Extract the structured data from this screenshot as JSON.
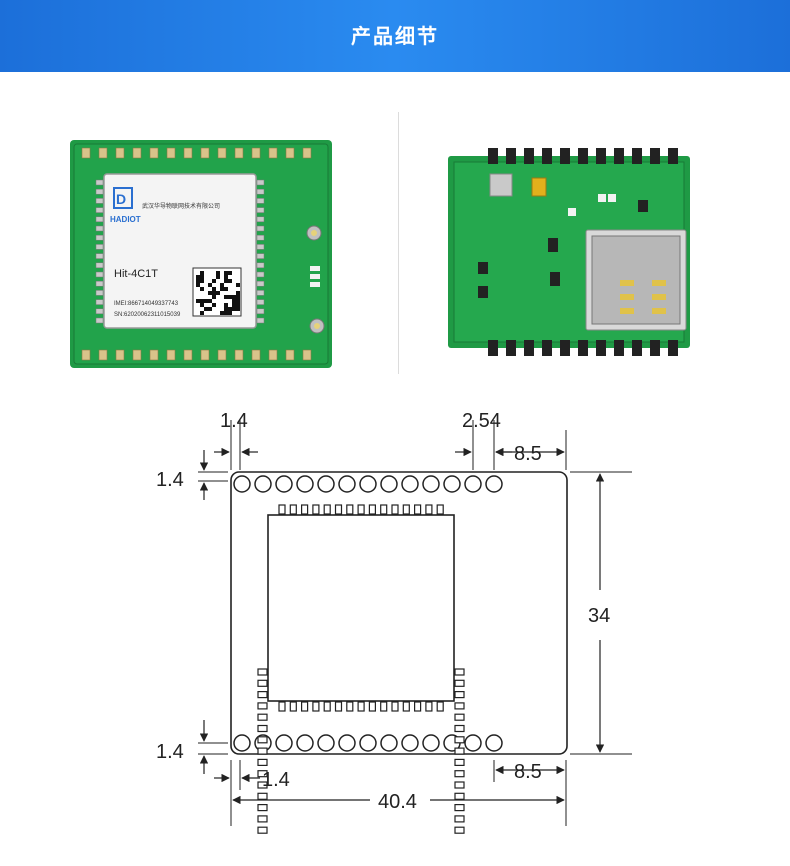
{
  "header": {
    "title": "产品细节"
  },
  "module_front": {
    "logo_text": "HADIOT",
    "company": "武汉华导物联网技术有限公司",
    "model": "Hit-4C1T",
    "imei": "IMEI:866714049337743",
    "sn": "SN:62020062311015039"
  },
  "dimensions": {
    "pad_offset_x": "1.4",
    "pitch": "2.54",
    "edge_right_top": "8.5",
    "pad_offset_y_top": "1.4",
    "height": "34",
    "pad_offset_y_bottom": "1.4",
    "pad_offset_x_bottom": "1.4",
    "edge_right_bottom": "8.5",
    "width": "40.4"
  },
  "colors": {
    "header": "#1c6fd9",
    "pcb": "#1f9a45",
    "outline": "#222222"
  }
}
